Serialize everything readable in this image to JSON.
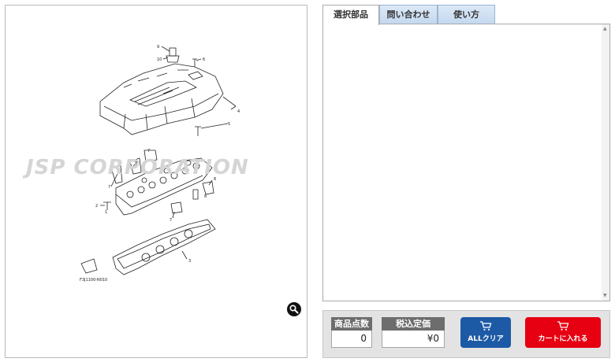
{
  "diagram": {
    "watermark": "JSP CORPORATION",
    "ref_code": "F3J1100-N010",
    "callouts": [
      "9",
      "10",
      "6",
      "4",
      "5",
      "7",
      "8",
      "7",
      "7",
      "8",
      "2",
      "1",
      "7",
      "3"
    ]
  },
  "tabs": [
    {
      "label": "選択部品",
      "active": true
    },
    {
      "label": "問い合わせ",
      "active": false
    },
    {
      "label": "使い方",
      "active": false
    }
  ],
  "summary": {
    "count_label": "商品点数",
    "count_value": "0",
    "price_label": "税込定価",
    "price_value": "¥0"
  },
  "buttons": {
    "clear_label": "ALLクリア",
    "cart_label": "カートに入れる"
  },
  "colors": {
    "clear_button": "#1d5aa6",
    "cart_button": "#e60012",
    "tab_inactive": "#c4d8ef",
    "label_bg": "#6d6d6d"
  },
  "icons": {
    "zoom": "magnifier-icon",
    "cart": "shopping-cart-icon"
  }
}
